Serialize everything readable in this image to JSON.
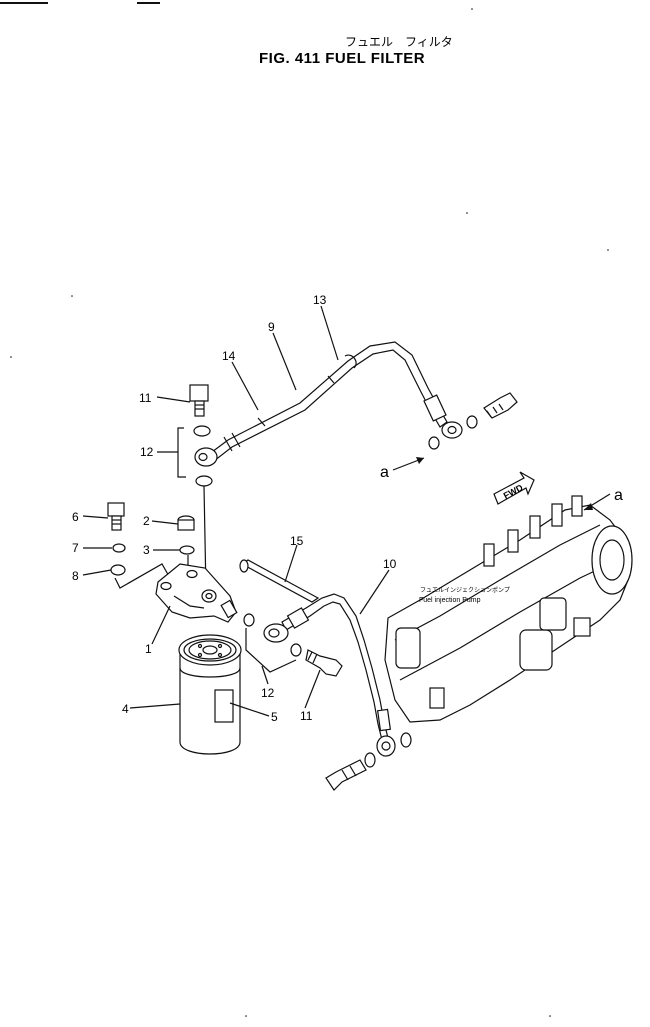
{
  "header": {
    "title_jp": "フュエル　フィルタ",
    "title": "FIG. 411   FUEL  FILTER"
  },
  "callouts": [
    {
      "id": "c13",
      "text": "13"
    },
    {
      "id": "c9",
      "text": "9"
    },
    {
      "id": "c14",
      "text": "14"
    },
    {
      "id": "c11a",
      "text": "11"
    },
    {
      "id": "c12a",
      "text": "12"
    },
    {
      "id": "c6",
      "text": "6"
    },
    {
      "id": "c2",
      "text": "2"
    },
    {
      "id": "c7",
      "text": "7"
    },
    {
      "id": "c3",
      "text": "3"
    },
    {
      "id": "c8",
      "text": "8"
    },
    {
      "id": "c1",
      "text": "1"
    },
    {
      "id": "c15",
      "text": "15"
    },
    {
      "id": "c10",
      "text": "10"
    },
    {
      "id": "c4",
      "text": "4"
    },
    {
      "id": "c5",
      "text": "5"
    },
    {
      "id": "c12b",
      "text": "12"
    },
    {
      "id": "c11b",
      "text": "11"
    }
  ],
  "references": {
    "a_left": "a",
    "a_right": "a"
  },
  "pump_label": {
    "jp": "フュエルインジェクションポンプ",
    "en": "Fuel injection Pump"
  },
  "fwd_label": "FWD"
}
